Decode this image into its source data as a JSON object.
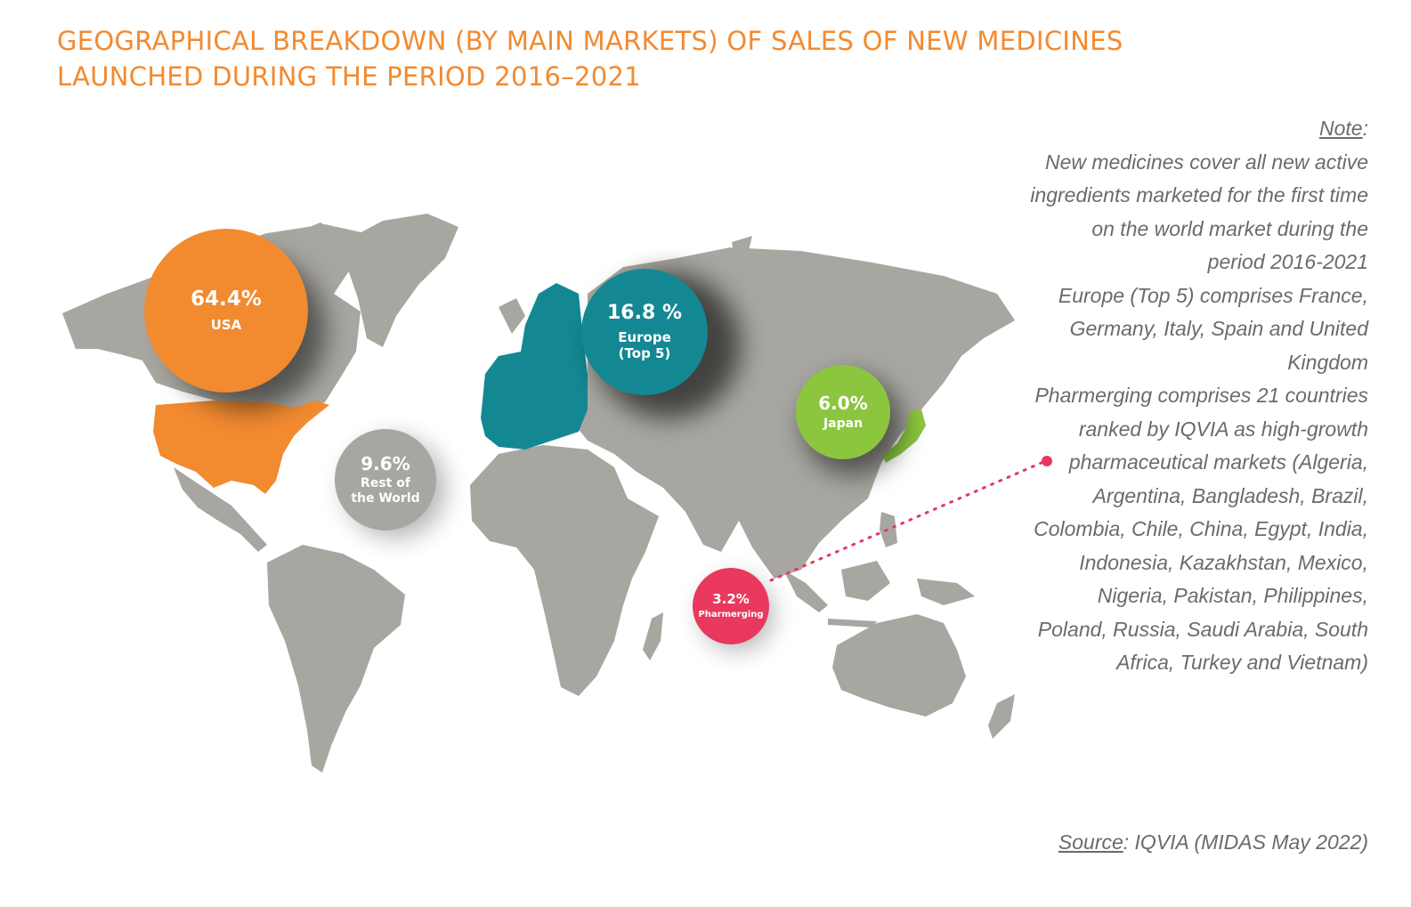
{
  "title": {
    "line1": "GEOGRAPHICAL BREAKDOWN (BY MAIN MARKETS) OF SALES OF NEW MEDICINES",
    "line2": "LAUNCHED DURING THE PERIOD 2016–2021"
  },
  "markets": {
    "usa": {
      "value": "64.4%",
      "label": "USA",
      "color": "#f28a30"
    },
    "europe": {
      "value": "16.8 %",
      "label_line1": "Europe",
      "label_line2": "(Top 5)",
      "color": "#138893"
    },
    "japan": {
      "value": "6.0%",
      "label": "Japan",
      "color": "#8cc63f"
    },
    "rest_of_world": {
      "value": "9.6%",
      "label_line1": "Rest of",
      "label_line2": "the World",
      "color": "#a7a6a0"
    },
    "pharmerging": {
      "value": "3.2%",
      "label": "Pharmerging",
      "color": "#e8385e"
    }
  },
  "map_colors": {
    "land": "#a7a6a0",
    "usa": "#f28a30",
    "europe": "#138893",
    "japan": "#8cc63f"
  },
  "notes": {
    "note_heading": "Note",
    "note_colon": ":",
    "note_text": "New medicines cover all new active ingredients marketed for the first time on the world market during the period 2016-2021",
    "europe_text": "Europe (Top 5) comprises France, Germany, Italy, Spain and United Kingdom",
    "pharmerging_text": "Pharmerging comprises 21 countries ranked by IQVIA as high-growth pharmaceutical markets (Algeria, Argentina, Bangladesh, Brazil, Colombia, Chile, China, Egypt, India, Indonesia, Kazakhstan, Mexico, Nigeria, Pakistan, Philippines, Poland, Russia, Saudi Arabia, South Africa, Turkey and Vietnam)",
    "source_heading": "Source",
    "source_text": ": IQVIA (MIDAS May 2022)"
  }
}
